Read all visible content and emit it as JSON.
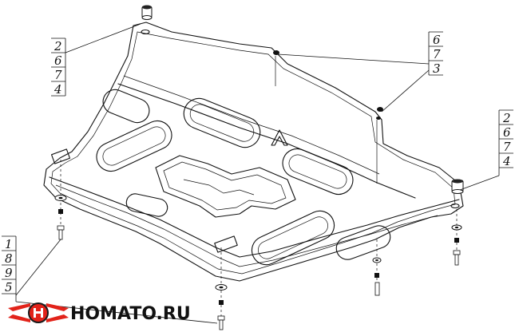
{
  "callouts": {
    "top_left": [
      "2",
      "6",
      "7",
      "4"
    ],
    "top_right": [
      "6",
      "7",
      "3"
    ],
    "right": [
      "2",
      "6",
      "7",
      "4"
    ],
    "bottom_left": [
      "1",
      "8",
      "9",
      "5"
    ]
  },
  "logo": {
    "text": "HOMATO.RU",
    "colors": {
      "red": "#e2231a",
      "dark": "#1a1a1a"
    }
  }
}
